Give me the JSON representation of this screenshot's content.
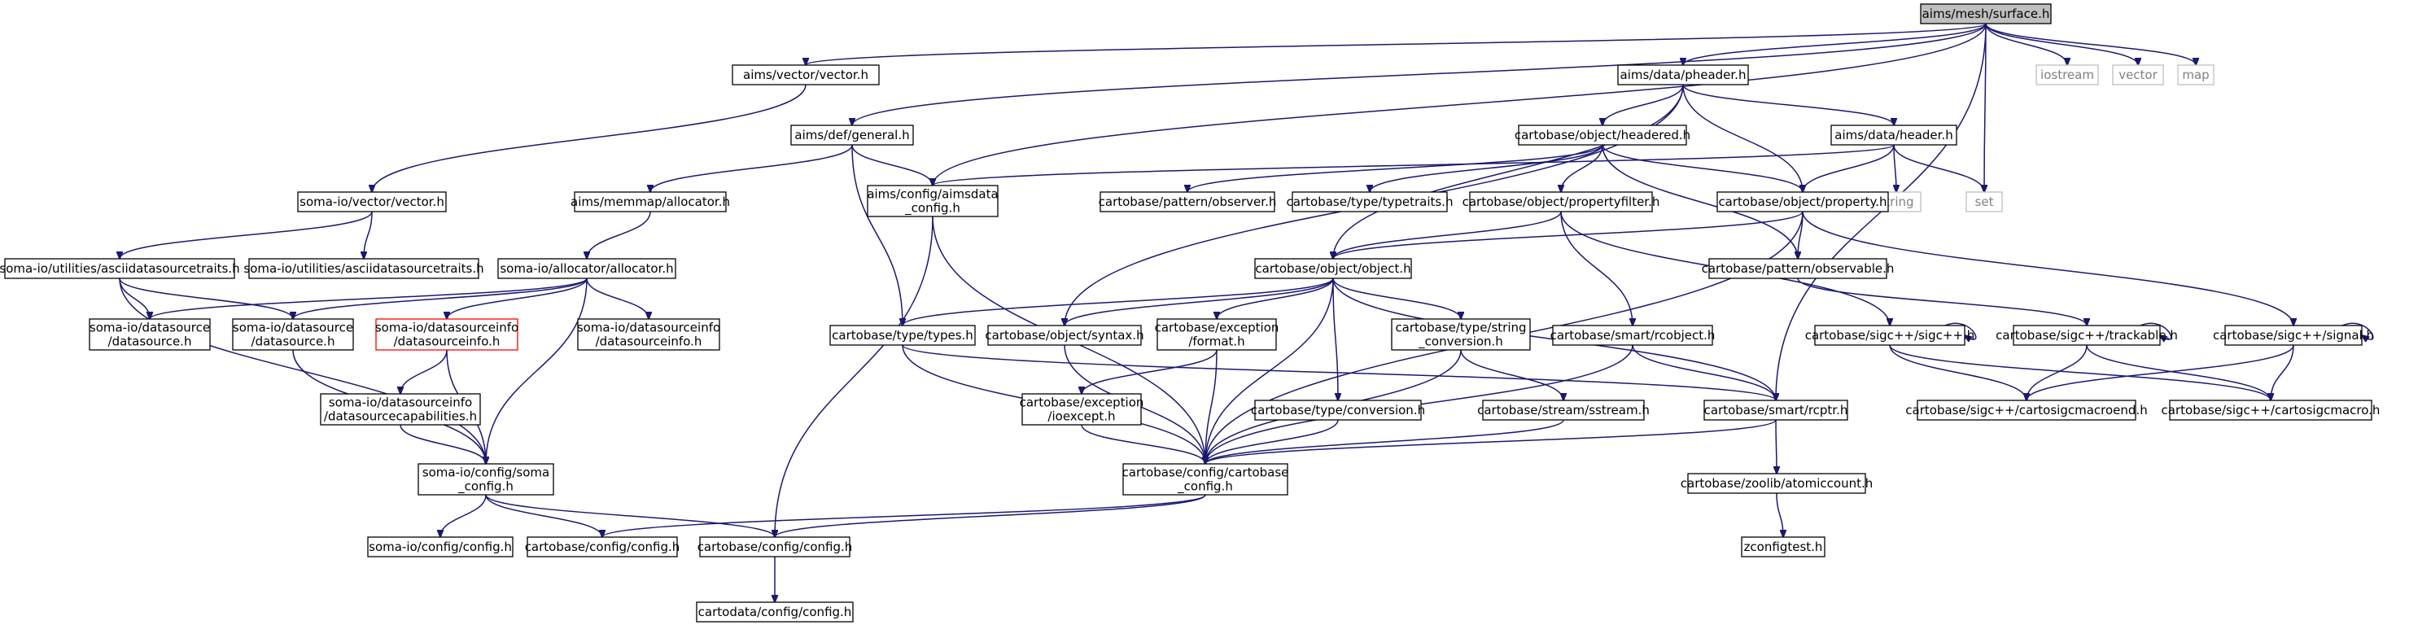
{
  "colors": {
    "edge": "#191970",
    "root_fill": "#bfbfbf",
    "system_border": "#bfbfbf",
    "missing_border": "#ff0000"
  },
  "nodes": [
    {
      "id": "surface",
      "lines": [
        "aims/mesh/surface.h"
      ],
      "kind": "root"
    },
    {
      "id": "iostream",
      "lines": [
        "iostream"
      ],
      "kind": "system"
    },
    {
      "id": "vector",
      "lines": [
        "vector"
      ],
      "kind": "system"
    },
    {
      "id": "map",
      "lines": [
        "map"
      ],
      "kind": "system"
    },
    {
      "id": "string",
      "lines": [
        "string"
      ],
      "kind": "system"
    },
    {
      "id": "set",
      "lines": [
        "set"
      ],
      "kind": "system"
    },
    {
      "id": "aimsvec",
      "lines": [
        "aims/vector/vector.h"
      ],
      "kind": "normal"
    },
    {
      "id": "pheader",
      "lines": [
        "aims/data/pheader.h"
      ],
      "kind": "normal"
    },
    {
      "id": "general",
      "lines": [
        "aims/def/general.h"
      ],
      "kind": "normal"
    },
    {
      "id": "headered",
      "lines": [
        "cartobase/object/headered.h"
      ],
      "kind": "normal"
    },
    {
      "id": "header",
      "lines": [
        "aims/data/header.h"
      ],
      "kind": "normal"
    },
    {
      "id": "somavec",
      "lines": [
        "soma-io/vector/vector.h"
      ],
      "kind": "normal"
    },
    {
      "id": "memalloc",
      "lines": [
        "aims/memmap/allocator.h"
      ],
      "kind": "normal"
    },
    {
      "id": "aimsdata",
      "lines": [
        "aims/config/aimsdata",
        "_config.h"
      ],
      "kind": "normal"
    },
    {
      "id": "observer",
      "lines": [
        "cartobase/pattern/observer.h"
      ],
      "kind": "normal"
    },
    {
      "id": "typetraits",
      "lines": [
        "cartobase/type/typetraits.h"
      ],
      "kind": "normal"
    },
    {
      "id": "propfilter",
      "lines": [
        "cartobase/object/propertyfilter.h"
      ],
      "kind": "normal"
    },
    {
      "id": "property",
      "lines": [
        "cartobase/object/property.h"
      ],
      "kind": "normal"
    },
    {
      "id": "ascii1",
      "lines": [
        "soma-io/utilities/asciidatasourcetraits.h"
      ],
      "kind": "normal"
    },
    {
      "id": "ascii2",
      "lines": [
        "soma-io/utilities/asciidatasourcetraits.h"
      ],
      "kind": "normal"
    },
    {
      "id": "somaalloc",
      "lines": [
        "soma-io/allocator/allocator.h"
      ],
      "kind": "normal"
    },
    {
      "id": "object",
      "lines": [
        "cartobase/object/object.h"
      ],
      "kind": "normal"
    },
    {
      "id": "observable",
      "lines": [
        "cartobase/pattern/observable.h"
      ],
      "kind": "normal"
    },
    {
      "id": "ds1",
      "lines": [
        "soma-io/datasource",
        "/datasource.h"
      ],
      "kind": "normal"
    },
    {
      "id": "ds2",
      "lines": [
        "soma-io/datasource",
        "/datasource.h"
      ],
      "kind": "normal"
    },
    {
      "id": "dsinfo",
      "lines": [
        "soma-io/datasourceinfo",
        "/datasourceinfo.h"
      ],
      "kind": "missing"
    },
    {
      "id": "dsinfo2",
      "lines": [
        "soma-io/datasourceinfo",
        "/datasourceinfo.h"
      ],
      "kind": "normal"
    },
    {
      "id": "types",
      "lines": [
        "cartobase/type/types.h"
      ],
      "kind": "normal"
    },
    {
      "id": "syntax",
      "lines": [
        "cartobase/object/syntax.h"
      ],
      "kind": "normal"
    },
    {
      "id": "format",
      "lines": [
        "cartobase/exception",
        "/format.h"
      ],
      "kind": "normal"
    },
    {
      "id": "strconv",
      "lines": [
        "cartobase/type/string",
        "_conversion.h"
      ],
      "kind": "normal"
    },
    {
      "id": "rcobject",
      "lines": [
        "cartobase/smart/rcobject.h"
      ],
      "kind": "normal"
    },
    {
      "id": "sigcpp",
      "lines": [
        "cartobase/sigc++/sigc++.h"
      ],
      "kind": "normal"
    },
    {
      "id": "trackable",
      "lines": [
        "cartobase/sigc++/trackable.h"
      ],
      "kind": "normal"
    },
    {
      "id": "signal",
      "lines": [
        "cartobase/sigc++/signal.h"
      ],
      "kind": "normal"
    },
    {
      "id": "dscap",
      "lines": [
        "soma-io/datasourceinfo",
        "/datasourcecapabilities.h"
      ],
      "kind": "normal"
    },
    {
      "id": "ioexcept",
      "lines": [
        "cartobase/exception",
        "/ioexcept.h"
      ],
      "kind": "normal"
    },
    {
      "id": "conversion",
      "lines": [
        "cartobase/type/conversion.h"
      ],
      "kind": "normal"
    },
    {
      "id": "sstream",
      "lines": [
        "cartobase/stream/sstream.h"
      ],
      "kind": "normal"
    },
    {
      "id": "rcptr",
      "lines": [
        "cartobase/smart/rcptr.h"
      ],
      "kind": "normal"
    },
    {
      "id": "macroend",
      "lines": [
        "cartobase/sigc++/cartosigcmacroend.h"
      ],
      "kind": "normal"
    },
    {
      "id": "macro",
      "lines": [
        "cartobase/sigc++/cartosigcmacro.h"
      ],
      "kind": "normal"
    },
    {
      "id": "somacfg",
      "lines": [
        "soma-io/config/soma",
        "_config.h"
      ],
      "kind": "normal"
    },
    {
      "id": "cbcfg",
      "lines": [
        "cartobase/config/cartobase",
        "_config.h"
      ],
      "kind": "normal"
    },
    {
      "id": "atomic",
      "lines": [
        "cartobase/zoolib/atomiccount.h"
      ],
      "kind": "normal"
    },
    {
      "id": "somaconfig",
      "lines": [
        "soma-io/config/config.h"
      ],
      "kind": "normal"
    },
    {
      "id": "cbconfig1",
      "lines": [
        "cartobase/config/config.h"
      ],
      "kind": "normal"
    },
    {
      "id": "cbconfig2",
      "lines": [
        "cartobase/config/config.h"
      ],
      "kind": "normal"
    },
    {
      "id": "zconfig",
      "lines": [
        "zconfigtest.h"
      ],
      "kind": "normal"
    },
    {
      "id": "cdconfig",
      "lines": [
        "cartodata/config/config.h"
      ],
      "kind": "normal"
    }
  ],
  "edges": [
    [
      "surface",
      "aimsvec"
    ],
    [
      "surface",
      "pheader"
    ],
    [
      "surface",
      "general"
    ],
    [
      "surface",
      "aimsdata"
    ],
    [
      "surface",
      "set"
    ],
    [
      "surface",
      "rcptr"
    ],
    [
      "surface",
      "iostream"
    ],
    [
      "surface",
      "vector"
    ],
    [
      "surface",
      "map"
    ],
    [
      "aimsvec",
      "somavec"
    ],
    [
      "pheader",
      "headered"
    ],
    [
      "pheader",
      "header"
    ],
    [
      "pheader",
      "property"
    ],
    [
      "pheader",
      "object"
    ],
    [
      "pheader",
      "syntax"
    ],
    [
      "general",
      "memalloc"
    ],
    [
      "general",
      "aimsdata"
    ],
    [
      "general",
      "types"
    ],
    [
      "headered",
      "observer"
    ],
    [
      "headered",
      "typetraits"
    ],
    [
      "headered",
      "propfilter"
    ],
    [
      "headered",
      "property"
    ],
    [
      "headered",
      "observable"
    ],
    [
      "header",
      "string"
    ],
    [
      "header",
      "set"
    ],
    [
      "header",
      "aimsdata"
    ],
    [
      "header",
      "property"
    ],
    [
      "somavec",
      "ascii1"
    ],
    [
      "somavec",
      "ascii2"
    ],
    [
      "memalloc",
      "somaalloc"
    ],
    [
      "aimsdata",
      "cbcfg"
    ],
    [
      "aimsdata",
      "cbconfig2"
    ],
    [
      "propfilter",
      "object"
    ],
    [
      "propfilter",
      "rcobject"
    ],
    [
      "propfilter",
      "sigcpp"
    ],
    [
      "property",
      "object"
    ],
    [
      "property",
      "observable"
    ],
    [
      "property",
      "signal"
    ],
    [
      "property",
      "cbcfg"
    ],
    [
      "ascii1",
      "ds1"
    ],
    [
      "ascii1",
      "ds2"
    ],
    [
      "ascii1",
      "somacfg"
    ],
    [
      "somaalloc",
      "ds1"
    ],
    [
      "somaalloc",
      "ds2"
    ],
    [
      "somaalloc",
      "dsinfo"
    ],
    [
      "somaalloc",
      "dsinfo2"
    ],
    [
      "somaalloc",
      "somacfg"
    ],
    [
      "object",
      "types"
    ],
    [
      "object",
      "syntax"
    ],
    [
      "object",
      "format"
    ],
    [
      "object",
      "strconv"
    ],
    [
      "object",
      "conversion"
    ],
    [
      "object",
      "rcptr"
    ],
    [
      "object",
      "cbcfg"
    ],
    [
      "observable",
      "trackable"
    ],
    [
      "ds2",
      "somacfg"
    ],
    [
      "dsinfo",
      "dscap"
    ],
    [
      "dsinfo",
      "somacfg"
    ],
    [
      "types",
      "rcptr"
    ],
    [
      "types",
      "cbcfg"
    ],
    [
      "syntax",
      "cbcfg"
    ],
    [
      "format",
      "ioexcept"
    ],
    [
      "format",
      "cbcfg"
    ],
    [
      "strconv",
      "sstream"
    ],
    [
      "strconv",
      "cbcfg"
    ],
    [
      "rcobject",
      "rcptr"
    ],
    [
      "rcobject",
      "cbcfg"
    ],
    [
      "sigcpp",
      "sigcpp"
    ],
    [
      "sigcpp",
      "macroend"
    ],
    [
      "sigcpp",
      "macro"
    ],
    [
      "trackable",
      "trackable"
    ],
    [
      "trackable",
      "macroend"
    ],
    [
      "trackable",
      "macro"
    ],
    [
      "signal",
      "signal"
    ],
    [
      "signal",
      "macroend"
    ],
    [
      "signal",
      "macro"
    ],
    [
      "dscap",
      "somacfg"
    ],
    [
      "ioexcept",
      "cbcfg"
    ],
    [
      "conversion",
      "cbcfg"
    ],
    [
      "sstream",
      "cbcfg"
    ],
    [
      "rcptr",
      "cbcfg"
    ],
    [
      "rcptr",
      "atomic"
    ],
    [
      "somacfg",
      "somaconfig"
    ],
    [
      "somacfg",
      "cbconfig1"
    ],
    [
      "somacfg",
      "cbconfig2"
    ],
    [
      "cbcfg",
      "cbconfig1"
    ],
    [
      "cbcfg",
      "cbconfig2"
    ],
    [
      "atomic",
      "zconfig"
    ],
    [
      "cbconfig2",
      "cdconfig"
    ]
  ]
}
